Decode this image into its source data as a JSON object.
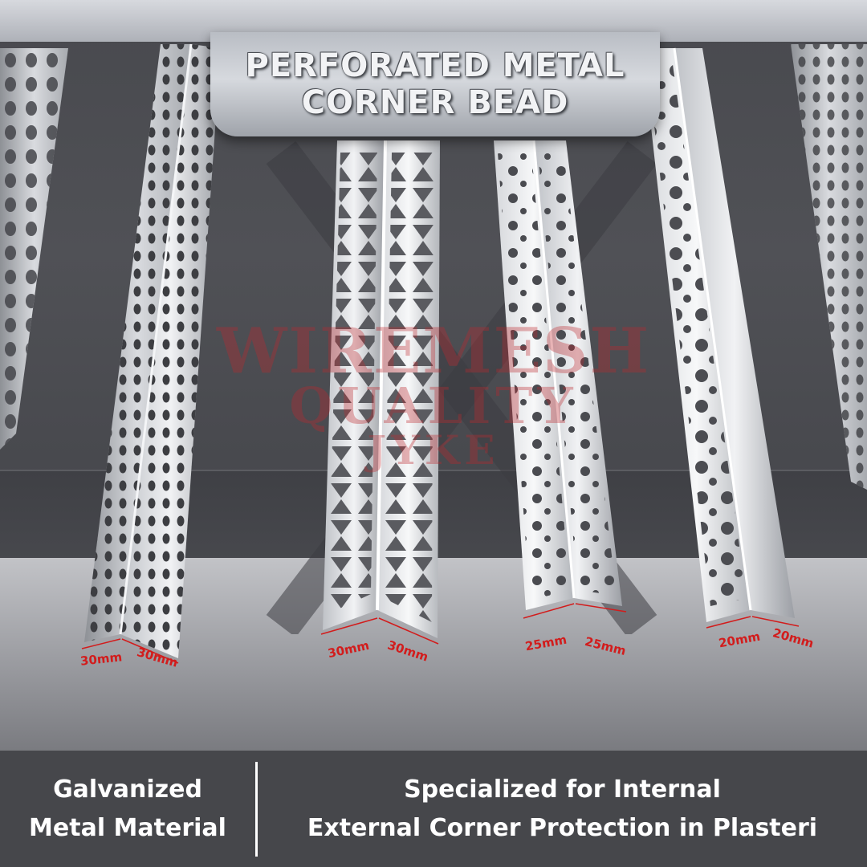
{
  "title": {
    "line1": "PERFORATED METAL",
    "line2": "CORNER BEAD"
  },
  "watermark": {
    "line1": "WIREMESH",
    "line2": "QUALITY",
    "line3": "JYKE"
  },
  "products": [
    {
      "dim_left": "30mm",
      "dim_right": "30mm",
      "hole_style": "oval"
    },
    {
      "dim_left": "30mm",
      "dim_right": "30mm",
      "hole_style": "triangle"
    },
    {
      "dim_left": "25mm",
      "dim_right": "25mm",
      "hole_style": "round-mixed"
    },
    {
      "dim_left": "20mm",
      "dim_right": "20mm",
      "hole_style": "round-large"
    }
  ],
  "features": {
    "left_line1": "Galvanized",
    "left_line2": "Metal Material",
    "right_line1": "Specialized for Internal",
    "right_line2": "External Corner Protection in Plasteri"
  },
  "colors": {
    "dimension_text": "#d21c1c",
    "bottom_bar": "#46474b",
    "watermark": "#be282d"
  }
}
